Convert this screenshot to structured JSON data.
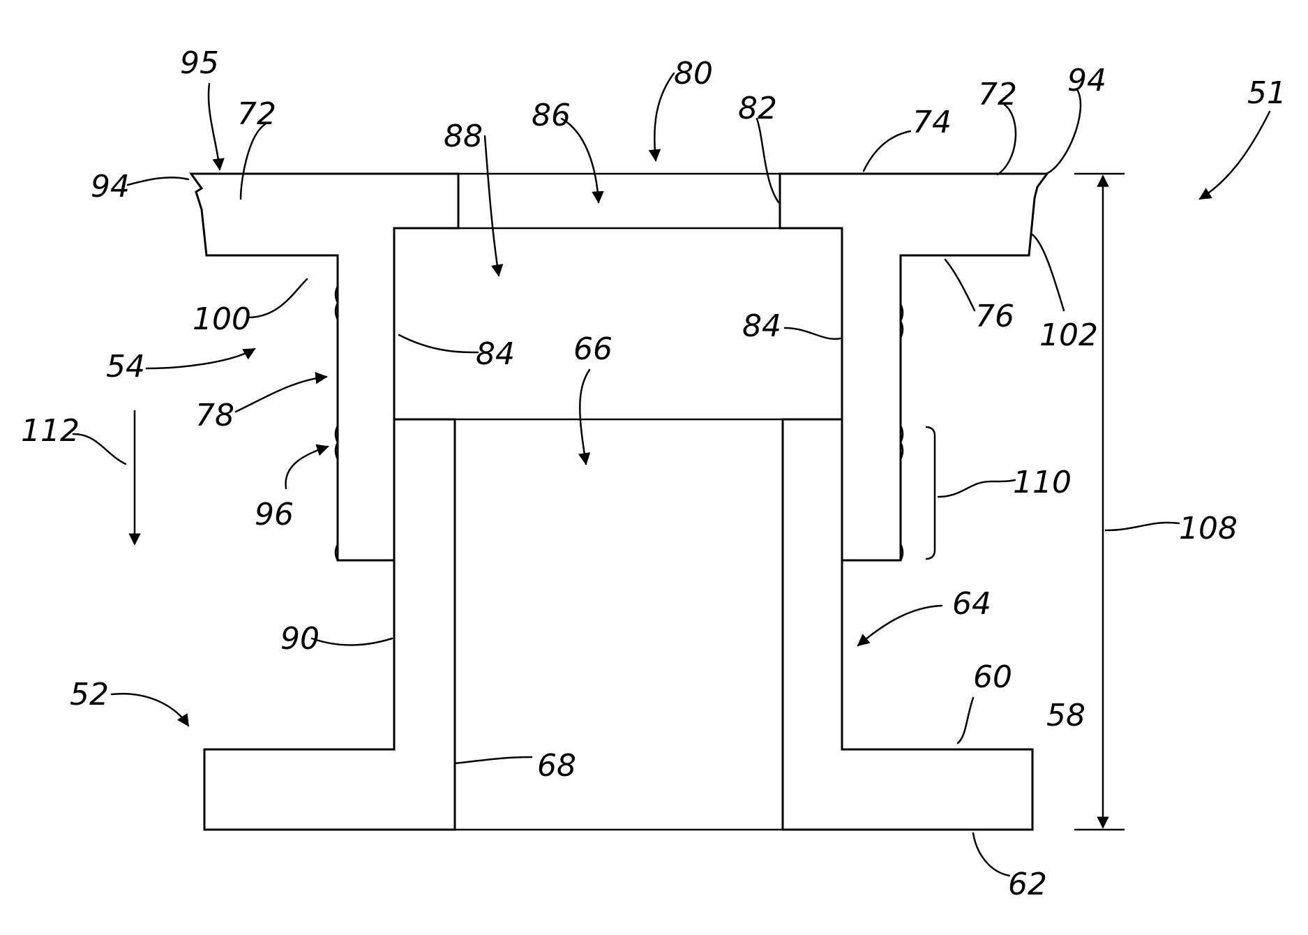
{
  "figure": {
    "ref_labels": {
      "r51": "51",
      "r52": "52",
      "r54": "54",
      "r58": "58",
      "r60": "60",
      "r62": "62",
      "r64": "64",
      "r66": "66",
      "r68": "68",
      "r72_left": "72",
      "r72_right": "72",
      "r74": "74",
      "r76": "76",
      "r78": "78",
      "r80": "80",
      "r82": "82",
      "r84_left": "84",
      "r84_right": "84",
      "r86": "86",
      "r88": "88",
      "r90": "90",
      "r94_left": "94",
      "r94_right": "94",
      "r95": "95",
      "r96": "96",
      "r100": "100",
      "r102": "102",
      "r108": "108",
      "r110": "110",
      "r112": "112"
    }
  }
}
